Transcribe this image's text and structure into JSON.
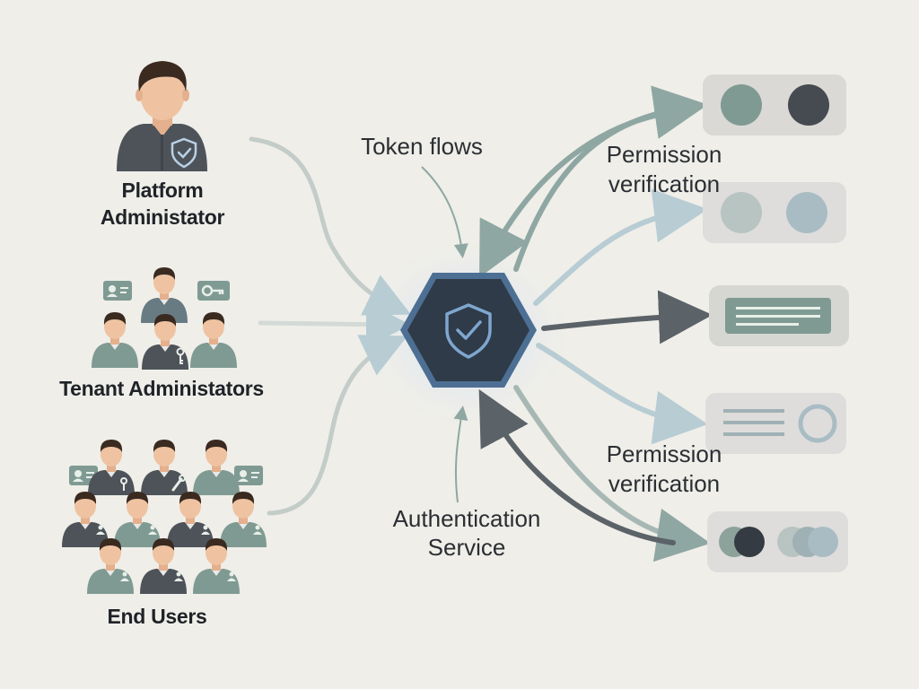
{
  "roles": {
    "platform_admin": {
      "line1": "Platform",
      "line2": "Administator"
    },
    "tenant_admins": "Tenant Administators",
    "end_users": "End Users"
  },
  "annotations": {
    "token_flows": "Token flows",
    "permission_top": {
      "line1": "Permission",
      "line2": "verification"
    },
    "permission_bottom": {
      "line1": "Permission",
      "line2": "verification"
    },
    "auth_service": {
      "line1": "Authentication",
      "line2": "Service"
    }
  },
  "colors": {
    "background": "#efeee9",
    "hub_fill": "#2f3b48",
    "hub_border": "#5a80a6",
    "shirt_dark": "#4d5359",
    "shirt_green": "#7f9a93",
    "skin": "#efc3a1",
    "hair": "#3a2a20",
    "arrow_dark": "#5b6268",
    "arrow_green": "#8fa7a2",
    "arrow_light": "#b7ccd3"
  },
  "icons": [
    "shield-check-icon",
    "key-icon",
    "id-card-icon",
    "wrench-icon",
    "resource-panel-icon"
  ]
}
